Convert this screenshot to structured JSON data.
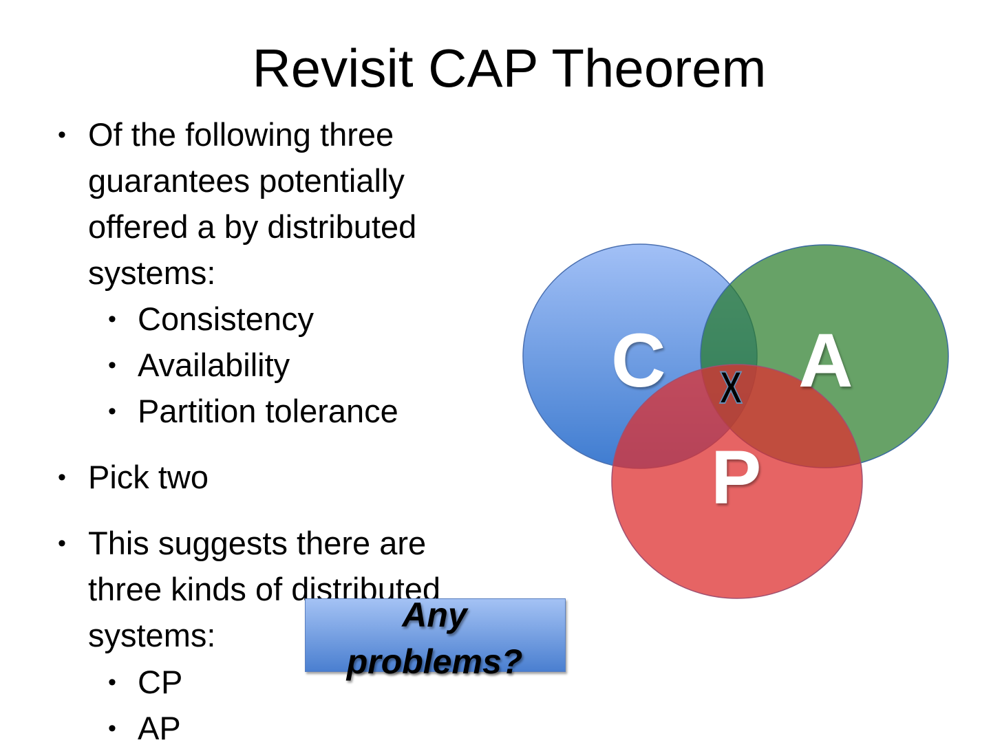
{
  "slide": {
    "title": "Revisit CAP Theorem",
    "bullets": [
      {
        "lines": [
          "Of the following three",
          "guarantees potentially",
          "offered a by distributed",
          "systems:"
        ],
        "sub": [
          "Consistency",
          "Availability",
          "Partition tolerance"
        ]
      },
      {
        "lines": [
          "Pick two"
        ]
      },
      {
        "lines": [
          "This suggests there are",
          "three kinds of distributed",
          "systems:"
        ],
        "sub": [
          "CP",
          "AP"
        ]
      }
    ],
    "bullet_glyph": "•",
    "callout": {
      "line1": "Any",
      "line2": "problems?"
    },
    "venn": {
      "c_label": "C",
      "a_label": "A",
      "p_label": "P",
      "intersection_mark": "X",
      "colors": {
        "c": "#5b8fe0",
        "a": "#5aa05a",
        "p": "#e05050"
      }
    }
  }
}
